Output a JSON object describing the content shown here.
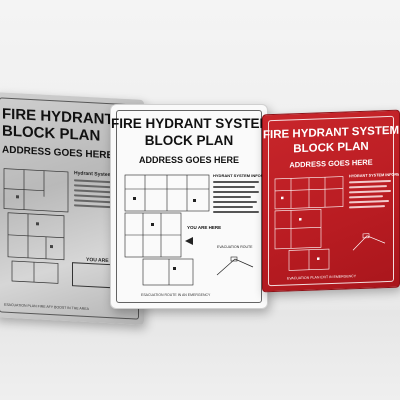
{
  "signs": [
    {
      "id": "silver",
      "title_line1": "FIRE HYDRANT",
      "title_line2": "BLOCK PLAN",
      "subtitle": "ADDRESS GOES HERE",
      "info_heading": "Hydrant System",
      "you_are_here": "YOU ARE HERE",
      "footer": "ESACUATION PLAN FIRE AFY BOOST IN THE AREA"
    },
    {
      "id": "white",
      "title_line1": "FIRE HYDRANT SYSTEM",
      "title_line2": "BLOCK PLAN",
      "subtitle": "ADDRESS GOES HERE",
      "info_heading": "HYDRANT SYSTEM INFORMATION",
      "you_are_here": "YOU ARE HERE",
      "route_label": "EVACUATION ROUTE",
      "footer": "ESACUATION ROUTE IN AN EMERGENCY"
    },
    {
      "id": "red",
      "title_line1": "FIRE HYDRANT SYSTEM",
      "title_line2": "BLOCK PLAN",
      "subtitle": "ADDRESS GOES HERE",
      "info_heading": "HYDRANT SYSTEM INFORMATION",
      "footer": "EVACUATION PLAN EXIT IN EMERGENCY"
    }
  ],
  "colors": {
    "silver": "#c2c2c2",
    "white": "#fafafa",
    "red": "#b91c22"
  }
}
